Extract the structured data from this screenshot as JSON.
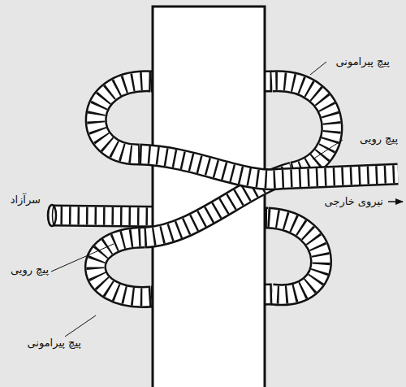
{
  "diagram": {
    "labels": [
      "پیچ پیرامونی",
      "پیچ رویی",
      "سرآزاد",
      "نیروی خارجی",
      "پیچ رویی",
      "پیچ پیرامونی"
    ]
  }
}
